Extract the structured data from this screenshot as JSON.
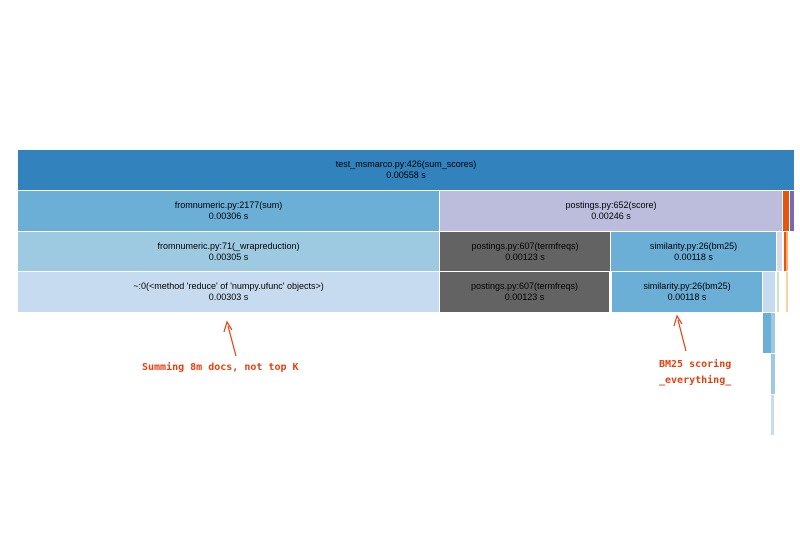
{
  "icicle": {
    "rows": [
      [
        {
          "label": "test_msmarco.py:426(sum_scores)",
          "time": "0.00558 s",
          "color": "#3182bd",
          "text_color": "#111111"
        }
      ],
      [
        {
          "label": "fromnumeric.py:2177(sum)",
          "time": "0.00306 s",
          "color": "#6baed6",
          "text_color": "#111111"
        },
        {
          "label": "postings.py:652(score)",
          "time": "0.00246 s",
          "color": "#bcbddc",
          "text_color": "#111111"
        }
      ],
      [
        {
          "label": "fromnumeric.py:71(_wrapreduction)",
          "time": "0.00305 s",
          "color": "#9ecae1",
          "text_color": "#111111"
        },
        {
          "label": "postings.py:607(termfreqs)",
          "time": "0.00123 s",
          "color": "#636363",
          "text_color": "#111111"
        },
        {
          "label": "similarity.py:26(bm25)",
          "time": "0.00118 s",
          "color": "#6baed6",
          "text_color": "#111111"
        }
      ],
      [
        {
          "label": "~:0(<method 'reduce' of 'numpy.ufunc' objects>)",
          "time": "0.00303 s",
          "color": "#c6dbef",
          "text_color": "#111111"
        },
        {
          "label": "postings.py:607(termfreqs)",
          "time": "0.00123 s",
          "color": "#636363",
          "text_color": "#111111"
        },
        {
          "label": "similarity.py:26(bm25)",
          "time": "0.00118 s",
          "color": "#6baed6",
          "text_color": "#111111"
        }
      ]
    ]
  },
  "annotations": [
    {
      "lines": [
        "Summing 8m docs, not top K"
      ],
      "color": "#e6400f"
    },
    {
      "lines": [
        "BM25 scoring",
        "_everything_"
      ],
      "color": "#e6400f"
    }
  ]
}
